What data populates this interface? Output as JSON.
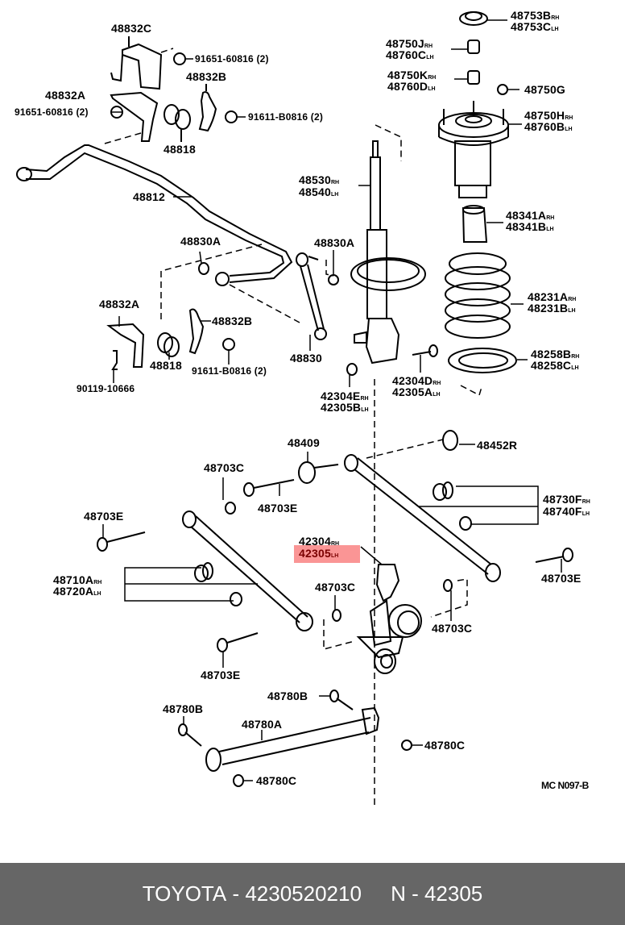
{
  "diagram": {
    "title": "Rear suspension exploded parts diagram",
    "drawing_code": "MC N097-B",
    "highlight_color": "#f98a8a",
    "highlighted_part": "42305",
    "labels": [
      {
        "id": "p48832C",
        "text": "48832C",
        "sub": ""
      },
      {
        "id": "p91651a",
        "text": "91651-60816 (2)",
        "sub": ""
      },
      {
        "id": "p48832B_top",
        "text": "48832B",
        "sub": ""
      },
      {
        "id": "p48832A_top",
        "text": "48832A",
        "sub": ""
      },
      {
        "id": "p91651b",
        "text": "91651-60816 (2)",
        "sub": ""
      },
      {
        "id": "p91611a",
        "text": "91611-B0816 (2)",
        "sub": ""
      },
      {
        "id": "p48818_top",
        "text": "48818",
        "sub": ""
      },
      {
        "id": "p48812",
        "text": "48812",
        "sub": ""
      },
      {
        "id": "p48830A_left",
        "text": "48830A",
        "sub": ""
      },
      {
        "id": "p48830A_right",
        "text": "48830A",
        "sub": ""
      },
      {
        "id": "p48832A_bot",
        "text": "48832A",
        "sub": ""
      },
      {
        "id": "p48832B_bot",
        "text": "48832B",
        "sub": ""
      },
      {
        "id": "p48818_bot",
        "text": "48818",
        "sub": ""
      },
      {
        "id": "p91611b",
        "text": "91611-B0816 (2)",
        "sub": ""
      },
      {
        "id": "p90119",
        "text": "90119-10666",
        "sub": ""
      },
      {
        "id": "p48830",
        "text": "48830",
        "sub": ""
      },
      {
        "id": "p48753B",
        "text": "48753B",
        "sub": "RH"
      },
      {
        "id": "p48753C",
        "text": "48753C",
        "sub": "LH"
      },
      {
        "id": "p48750J",
        "text": "48750J",
        "sub": "RH"
      },
      {
        "id": "p48760C",
        "text": "48760C",
        "sub": "LH"
      },
      {
        "id": "p48750K",
        "text": "48750K",
        "sub": "RH"
      },
      {
        "id": "p48760D",
        "text": "48760D",
        "sub": "LH"
      },
      {
        "id": "p48750G",
        "text": "48750G",
        "sub": ""
      },
      {
        "id": "p48750H",
        "text": "48750H",
        "sub": "RH"
      },
      {
        "id": "p48760B",
        "text": "48760B",
        "sub": "LH"
      },
      {
        "id": "p48530",
        "text": "48530",
        "sub": "RH"
      },
      {
        "id": "p48540",
        "text": "48540",
        "sub": "LH"
      },
      {
        "id": "p48341A",
        "text": "48341A",
        "sub": "RH"
      },
      {
        "id": "p48341B",
        "text": "48341B",
        "sub": "LH"
      },
      {
        "id": "p48231A",
        "text": "48231A",
        "sub": "RH"
      },
      {
        "id": "p48231B",
        "text": "48231B",
        "sub": "LH"
      },
      {
        "id": "p48258B",
        "text": "48258B",
        "sub": "RH"
      },
      {
        "id": "p48258C",
        "text": "48258C",
        "sub": "LH"
      },
      {
        "id": "p42304D",
        "text": "42304D",
        "sub": "RH"
      },
      {
        "id": "p42305A",
        "text": "42305A",
        "sub": "LH"
      },
      {
        "id": "p42304E",
        "text": "42304E",
        "sub": "RH"
      },
      {
        "id": "p42305B",
        "text": "42305B",
        "sub": "LH"
      },
      {
        "id": "p48409",
        "text": "48409",
        "sub": ""
      },
      {
        "id": "p48452R",
        "text": "48452R",
        "sub": ""
      },
      {
        "id": "p48703C_a",
        "text": "48703C",
        "sub": ""
      },
      {
        "id": "p48703E_a",
        "text": "48703E",
        "sub": ""
      },
      {
        "id": "p48703E_b",
        "text": "48703E",
        "sub": ""
      },
      {
        "id": "p48730F",
        "text": "48730F",
        "sub": "RH"
      },
      {
        "id": "p48740F",
        "text": "48740F",
        "sub": "LH"
      },
      {
        "id": "p42304",
        "text": "42304",
        "sub": "RH"
      },
      {
        "id": "p42305",
        "text": "42305",
        "sub": "LH"
      },
      {
        "id": "p48703E_c",
        "text": "48703E",
        "sub": ""
      },
      {
        "id": "p48710A",
        "text": "48710A",
        "sub": "RH"
      },
      {
        "id": "p48720A",
        "text": "48720A",
        "sub": "LH"
      },
      {
        "id": "p48703C_b",
        "text": "48703C",
        "sub": ""
      },
      {
        "id": "p48703C_c",
        "text": "48703C",
        "sub": ""
      },
      {
        "id": "p48703E_d",
        "text": "48703E",
        "sub": ""
      },
      {
        "id": "p48780B_a",
        "text": "48780B",
        "sub": ""
      },
      {
        "id": "p48780B_b",
        "text": "48780B",
        "sub": ""
      },
      {
        "id": "p48780A",
        "text": "48780A",
        "sub": ""
      },
      {
        "id": "p48780C_a",
        "text": "48780C",
        "sub": ""
      },
      {
        "id": "p48780C_b",
        "text": "48780C",
        "sub": ""
      }
    ]
  },
  "footer": {
    "brand": "TOYOTA",
    "separator": " - ",
    "part_number": "4230520210",
    "gap": "     ",
    "ref_prefix": "N",
    "ref_number": "42305"
  }
}
